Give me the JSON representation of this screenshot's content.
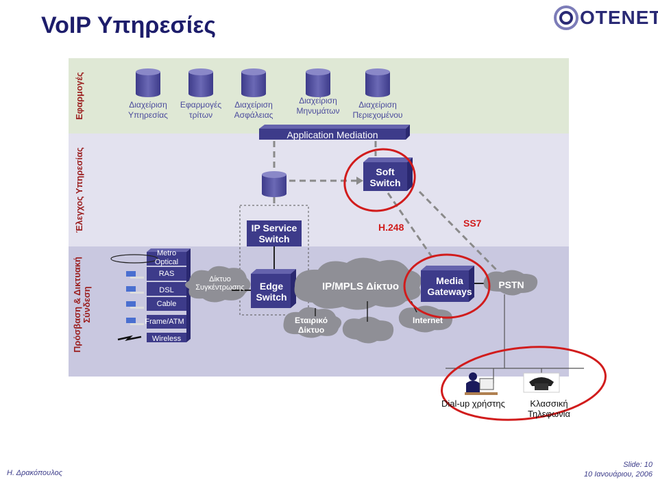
{
  "title": "VoIP Υπηρεσίες",
  "logo": {
    "text": "OTENET",
    "icon": "otenet-swirl-icon"
  },
  "layers": {
    "applications": "Εφαρμογές",
    "control": "Έλεγχος Υπηρεσίας",
    "access": "Πρόσβαση & Δικτυακή Σύνδεση"
  },
  "databases": [
    {
      "label": "Διαχείριση\nΥπηρεσίας"
    },
    {
      "label": "Εφαρμογές\nτρίτων"
    },
    {
      "label": "Διαχείριση\nΑσφάλειας"
    },
    {
      "label": "Διαχείριση\nΜηνυμάτων"
    },
    {
      "label": "Διαχείριση\nΠεριεχομένου"
    }
  ],
  "application_mediation": "Application Mediation",
  "soft_switch": "Soft\nSwitch",
  "ip_service_switch": "IP Service\nSwitch",
  "h248": "H.248",
  "ss7": "SS7",
  "access_stack": [
    "Metro\nOptical",
    "RAS",
    "DSL",
    "Cable",
    "Frame/ATM",
    "Wireless"
  ],
  "aggregation_network": "Δίκτυο\nΣυγκέντρωσης",
  "edge_switch": "Edge\nSwitch",
  "ip_mpls": "IP/MPLS Δίκτυο",
  "media_gateways": "Media\nGateways",
  "pstn": "PSTN",
  "enterprise_network": "Εταιρικό\nΔίκτυο",
  "internet": "Internet",
  "dialup_user": "Dial-up χρήστης",
  "classic_phone": "Κλασσική\nΤηλεφωνία",
  "footer": {
    "author": "Η. Δρακόπουλος",
    "slide": "Slide:  10",
    "date": "10 Ιανουάριου, 2006"
  },
  "colors": {
    "app_band": "#dfe8d5",
    "control_band": "#e3e2ef",
    "access_band": "#c9c8e0",
    "box": "#3d3b8a",
    "cloud": "#8f8f96",
    "highlight": "#d11c1c"
  }
}
